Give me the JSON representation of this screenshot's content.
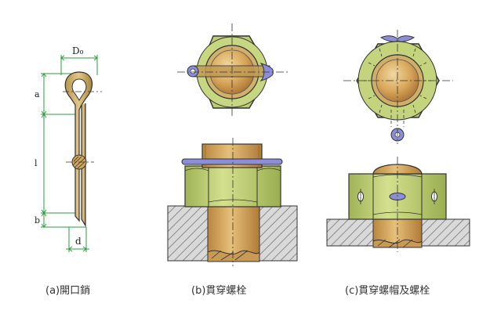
{
  "captions": {
    "a": "(a)開口銷",
    "b": "(b)貫穿螺栓",
    "c": "(c)貫穿螺帽及螺栓"
  },
  "dimensions": {
    "d0": "D₀",
    "a": "a",
    "l": "l",
    "b": "b",
    "d": "d"
  },
  "colors": {
    "brass": "#c8a25a",
    "nut_green": "#bccd72",
    "pin_blue": "#8c8fd8",
    "dim_green": "#2a9d3a",
    "hatch": "#6a6a6a"
  }
}
